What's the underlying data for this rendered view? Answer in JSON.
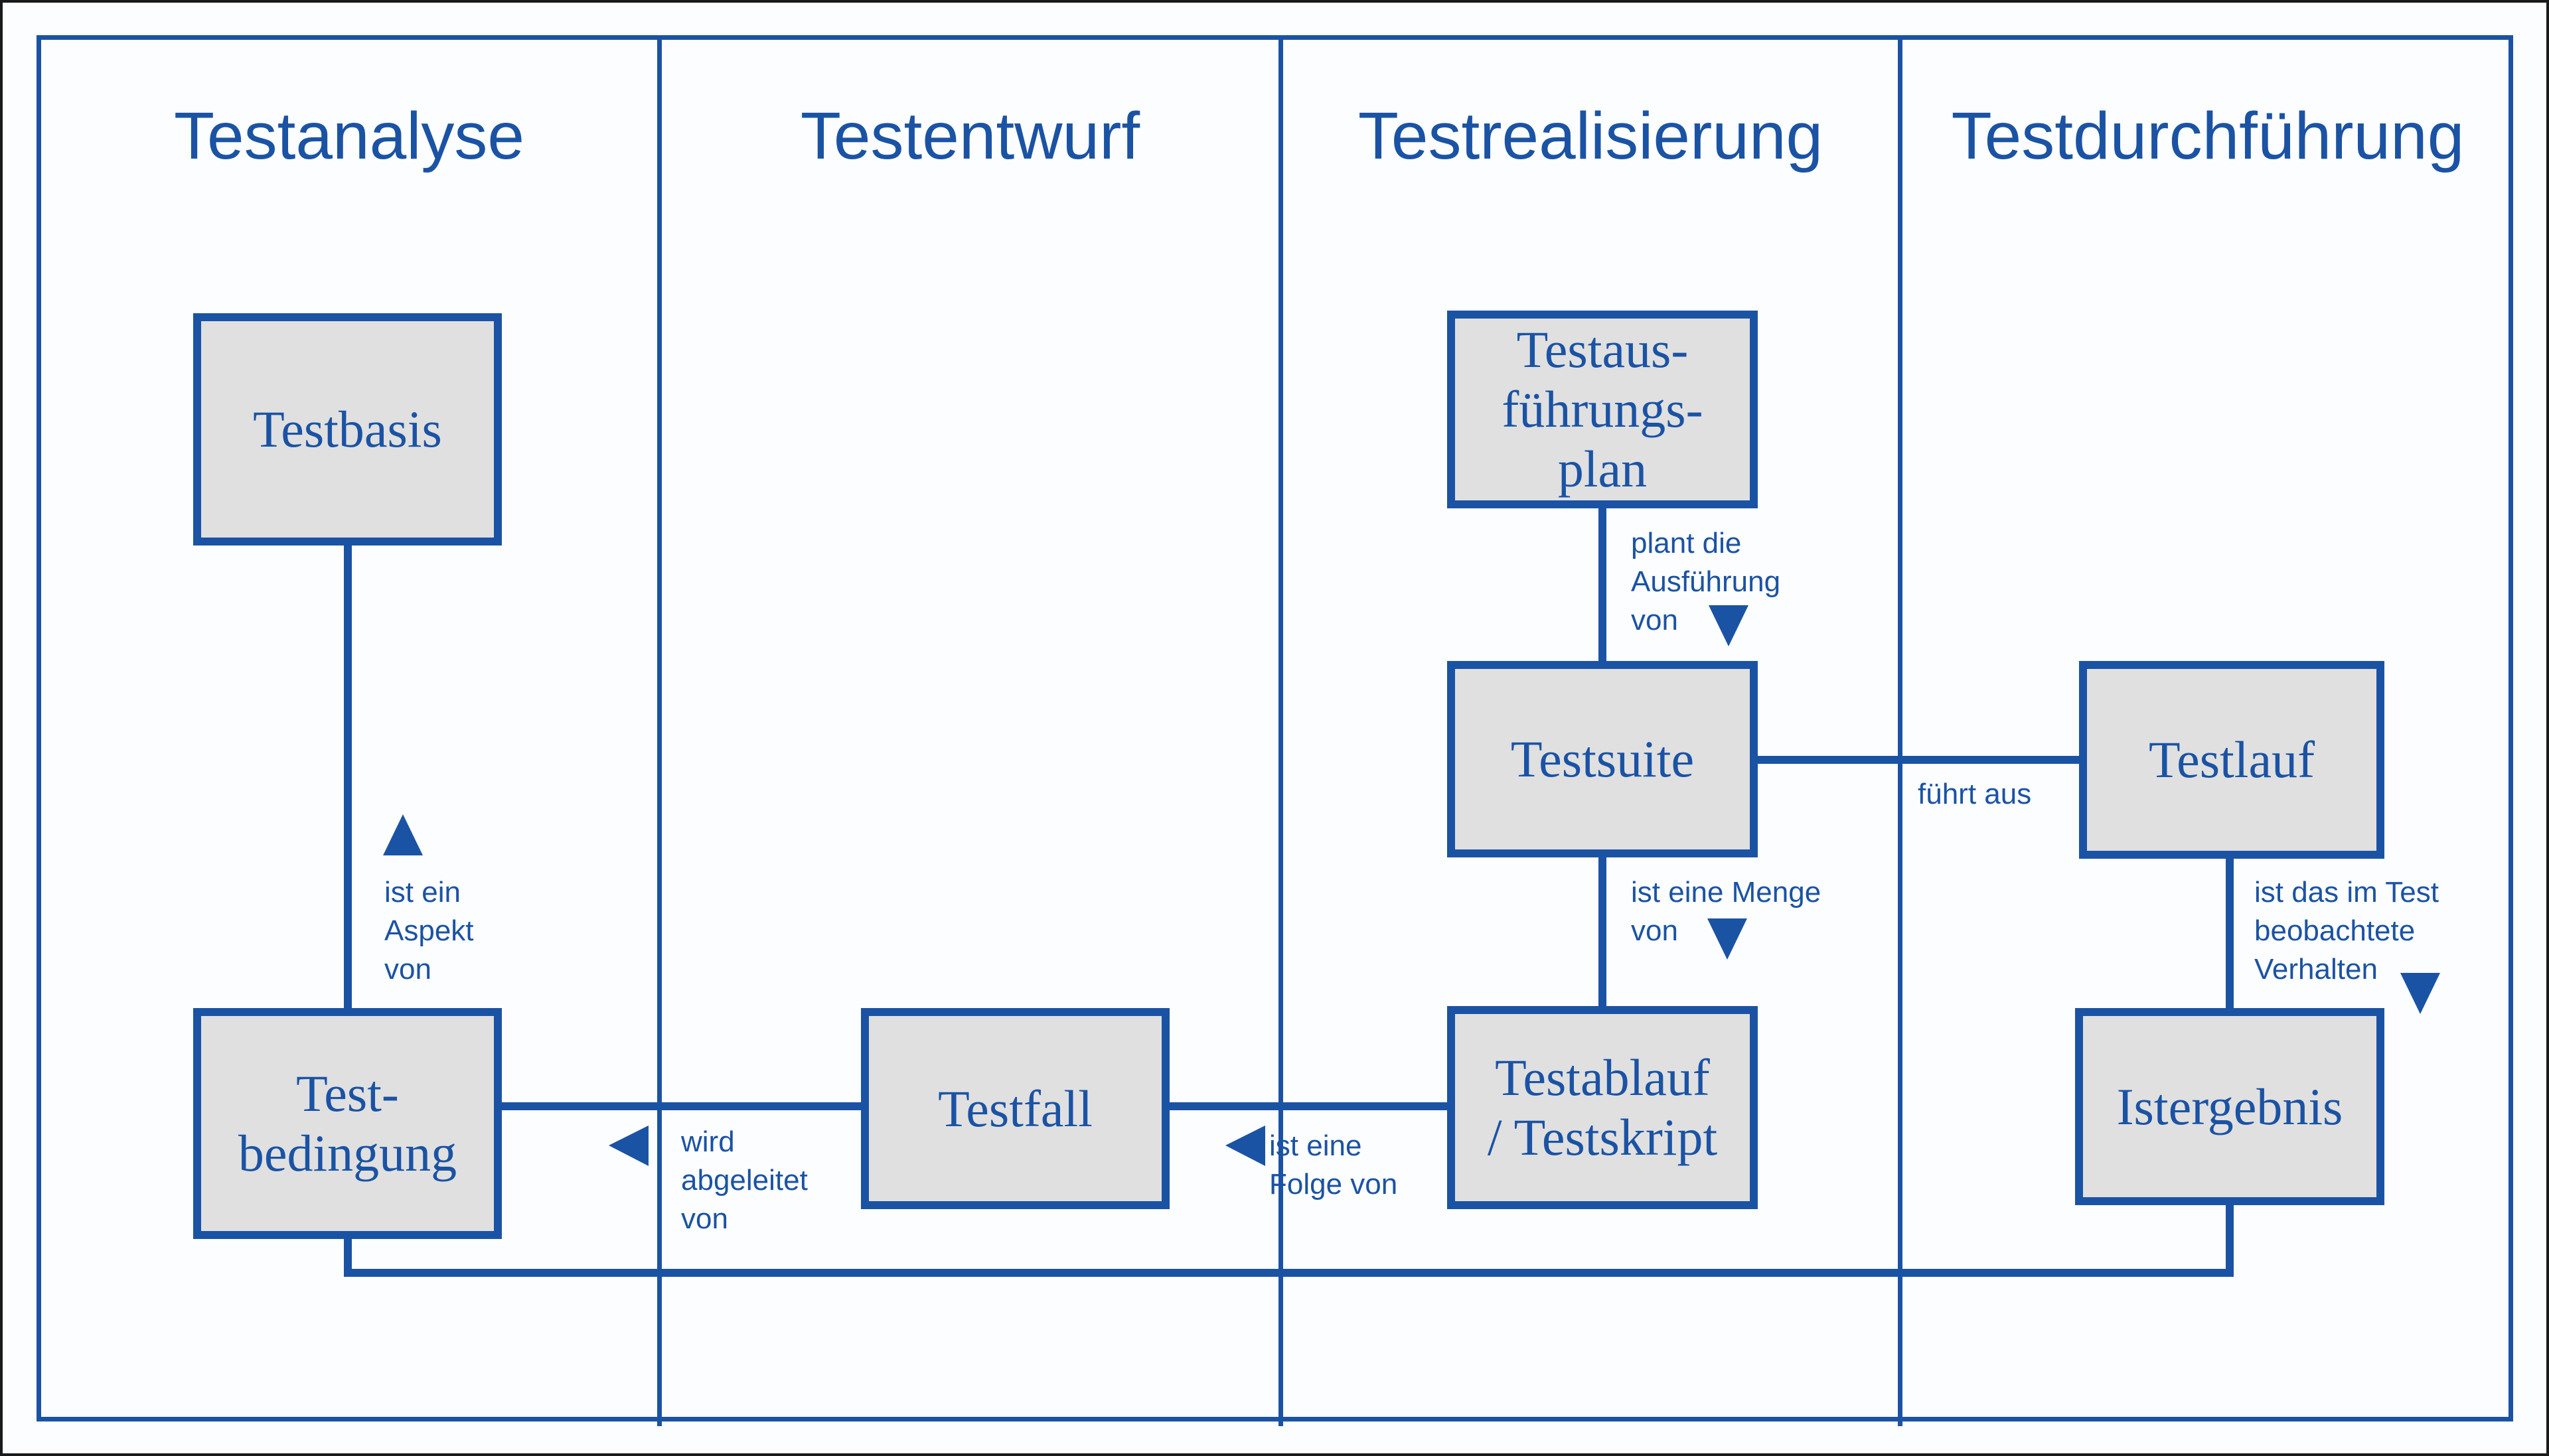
{
  "diagram": {
    "columns": [
      {
        "label": "Testanalyse"
      },
      {
        "label": "Testentwurf"
      },
      {
        "label": "Testrealisierung"
      },
      {
        "label": "Testdurchführung"
      }
    ],
    "nodes": [
      {
        "id": "testbasis",
        "lines": [
          "Testbasis"
        ]
      },
      {
        "id": "testbedingung",
        "lines": [
          "Test-",
          "bedingung"
        ]
      },
      {
        "id": "testfall",
        "lines": [
          "Testfall"
        ]
      },
      {
        "id": "testausfuehrungsplan",
        "lines": [
          "Testaus-",
          "führungs-",
          "plan"
        ]
      },
      {
        "id": "testsuite",
        "lines": [
          "Testsuite"
        ]
      },
      {
        "id": "testablauf-testskript",
        "lines": [
          "Testablauf",
          "/ Testskript"
        ]
      },
      {
        "id": "testlauf",
        "lines": [
          "Testlauf"
        ]
      },
      {
        "id": "istergebnis",
        "lines": [
          "Istergebnis"
        ]
      }
    ],
    "edge_labels": [
      {
        "id": "ist-ein-aspekt-von",
        "arrow": "up",
        "lines": [
          "ist ein",
          "Aspekt",
          "von"
        ]
      },
      {
        "id": "wird-abgeleitet-von",
        "arrow": "left",
        "lines": [
          "wird",
          "abgeleitet",
          "von"
        ]
      },
      {
        "id": "ist-eine-folge-von",
        "arrow": "left",
        "lines": [
          "ist eine",
          "Folge von"
        ]
      },
      {
        "id": "plant-die-ausfuehrung-von",
        "arrow": "down",
        "lines": [
          "plant die",
          "Ausführung",
          "von"
        ]
      },
      {
        "id": "ist-eine-menge-von",
        "arrow": "down",
        "lines": [
          "ist eine Menge",
          "von"
        ]
      },
      {
        "id": "fuehrt-aus",
        "arrow": "none",
        "lines": [
          "führt aus"
        ]
      },
      {
        "id": "ist-das-im-test-beobachtete-verhalten",
        "arrow": "down",
        "lines": [
          "ist das im Test",
          "beobachtete",
          "Verhalten"
        ]
      }
    ],
    "colors": {
      "accent": "#1B53A4",
      "node_fill": "#E0E0E1",
      "background": "#FCFDFE",
      "outer_frame": "#1A1A1A"
    }
  }
}
